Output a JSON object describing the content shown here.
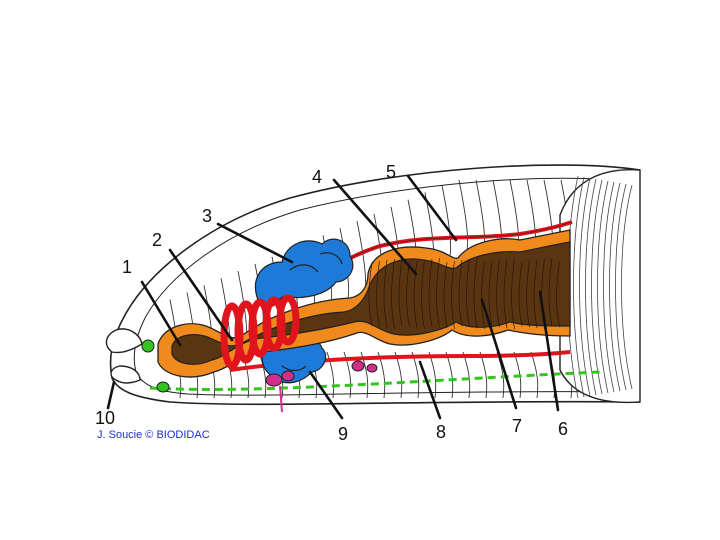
{
  "diagram": {
    "labels": [
      "1",
      "2",
      "3",
      "4",
      "5",
      "6",
      "7",
      "8",
      "9",
      "10"
    ],
    "credit": "J. Soucie © BIODIDAC"
  },
  "colors": {
    "outline": "#222222",
    "gut": "#5a3512",
    "gut_sheath": "#f08a1c",
    "vessel": "#e0141c",
    "seminal_vesicles": "#1e7ad8",
    "ganglia": "#34c420",
    "ovary": "#d0308a",
    "background": "#ffffff"
  }
}
